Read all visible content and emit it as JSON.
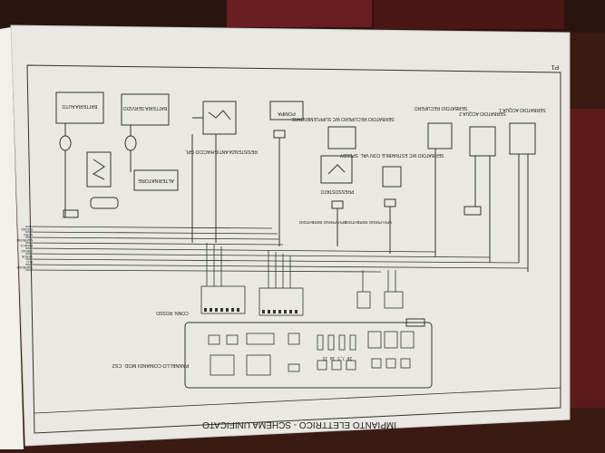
{
  "photo": {
    "subject": "Photograph of an open manual page showing an upside-down electrical wiring diagram",
    "colors": {
      "background": "#3a1a12",
      "paper": "#e9e8e2",
      "ink": "#2a2a2a",
      "binder": "#6b1e22"
    }
  },
  "page": {
    "title": "IMPIANTO ELETTRICO - SCHEMA UNIFICATO",
    "page_number": "P1"
  },
  "components": {
    "battery_auto": "BATTERIA AUTO",
    "battery_service": "BATTERIA SERVIZIO",
    "alternator": "ALTERNATORE",
    "gpl_resistor": "RESISTENZA ANTIGHIACCIO GPL",
    "pump": "POMPA",
    "aux_tank": "SERBATOIO RECUPERO WC SUPPLEMENTARE",
    "wc_tank": "SERBATOIO WC ESTRAIBILE CON VAL. SPEEDY",
    "recovery_tank": "SERBATOIO RECUPERO",
    "water_tank_2": "SERBATOIO ACQUA 2",
    "water_tank_1": "SERBATOIO ACQUA 1",
    "pressostat": "PRESSOSTATO",
    "spia_pieno_1": "SPIA PIENO SERBATOIO",
    "spia_pieno_2": "SPIA PIENO SERBATOIO",
    "connector": "CONN. ROSSO",
    "panel": "PANNELLO COMANDI MOD. CS2",
    "level_marks": "20 7,5 10 15"
  },
  "wires": [
    "ROSSO",
    "NERO",
    "MARRONE",
    "BIANCO",
    "GRIGIO",
    "VERDE",
    "BLU",
    "MARRONE",
    "GRIGIO",
    "ROSSO"
  ]
}
